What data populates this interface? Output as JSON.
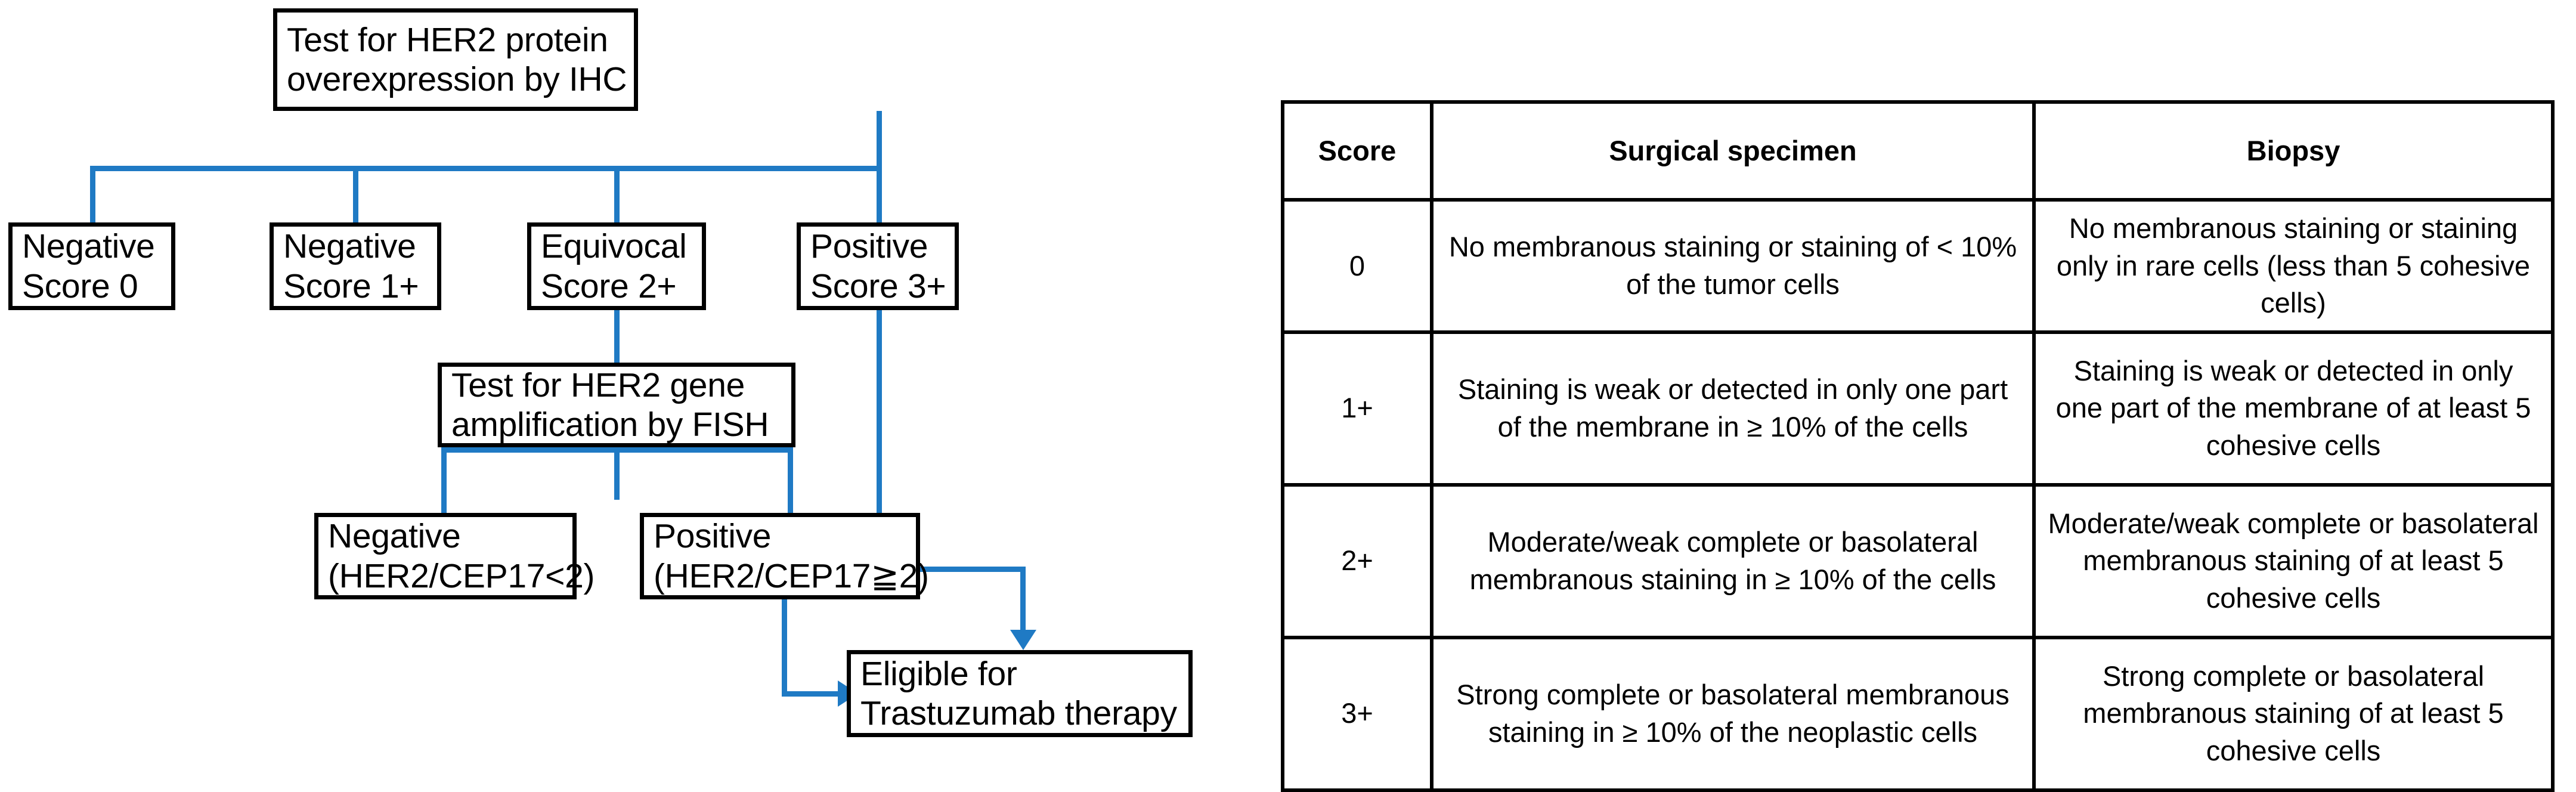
{
  "colors": {
    "connector": "#1f7ac4",
    "border": "#000000",
    "background": "#ffffff",
    "text": "#000000"
  },
  "flowchart": {
    "nodes": {
      "ihc_test": {
        "line1": "Test for HER2 protein",
        "line2": "overexpression by IHC"
      },
      "score0": {
        "line1": "Negative",
        "line2": "Score 0"
      },
      "score1": {
        "line1": "Negative",
        "line2": "Score 1+"
      },
      "score2": {
        "line1": "Equivocal",
        "line2": "Score 2+"
      },
      "score3": {
        "line1": "Positive",
        "line2": "Score 3+"
      },
      "fish_test": {
        "line1": "Test for HER2 gene",
        "line2": "amplification by FISH"
      },
      "fish_negative": {
        "line1": "Negative",
        "line2": "(HER2/CEP17<2)"
      },
      "fish_positive": {
        "line1": "Positive",
        "line2": "(HER2/CEP17≧2)"
      },
      "eligible": {
        "line1": "Eligible for",
        "line2": "Trastuzumab therapy"
      }
    }
  },
  "table": {
    "columns": [
      "Score",
      "Surgical specimen",
      "Biopsy"
    ],
    "rows": [
      {
        "score": "0",
        "surgical": "No membranous staining or staining of < 10% of the tumor cells",
        "biopsy": "No membranous staining or staining only in rare cells (less than 5 cohesive cells)"
      },
      {
        "score": "1+",
        "surgical": "Staining is weak or detected in only one part of the membrane in ≥ 10% of the cells",
        "biopsy": "Staining is weak or detected in only one part of the membrane of at least 5 cohesive cells"
      },
      {
        "score": "2+",
        "surgical": "Moderate/weak complete or basolateral membranous staining in ≥ 10% of the cells",
        "biopsy": "Moderate/weak complete or basolateral membranous staining of at least 5 cohesive cells"
      },
      {
        "score": "3+",
        "surgical": "Strong complete or basolateral membranous staining in ≥ 10% of the neoplastic cells",
        "biopsy": "Strong complete or basolateral membranous staining of at least 5 cohesive cells"
      }
    ]
  }
}
